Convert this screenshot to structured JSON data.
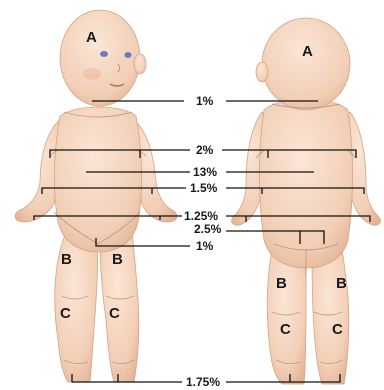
{
  "regions": {
    "a": "A",
    "b": "B",
    "c": "C"
  },
  "percentages": {
    "neck": "1%",
    "upper_arm": "2%",
    "trunk": "13%",
    "forearm": "1.5%",
    "hand": "1.25%",
    "buttock": "2.5%",
    "genitalia": "1%",
    "foot": "1.75%"
  },
  "colors": {
    "skin": "#f4d6c0",
    "skin_shadow": "#e6b89c",
    "lines": "#111111"
  }
}
